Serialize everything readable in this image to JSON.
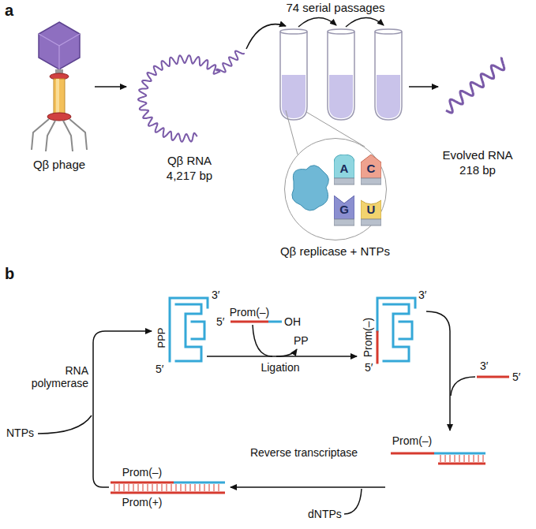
{
  "diagram": {
    "nodes": [
      {
        "text": [
          "Qβ replicase + NTPs"
        ]
      },
      {
        "text": [
          "A"
        ],
        "in": 0
      },
      {
        "text": [
          "C"
        ],
        "in": 0
      },
      {
        "text": [
          "G"
        ],
        "in": 0
      },
      {
        "text": [
          "U"
        ],
        "in": 0
      }
    ],
    "labels": [
      "a",
      "74 serial passages",
      "Qβ phage",
      "Qβ RNA",
      "4,217 bp",
      "Evolved RNA",
      "218 bp",
      "b",
      "3′",
      "5′",
      "PPP",
      "5′",
      "Prom(–)",
      "OH",
      "PP",
      "Ligation",
      "3′",
      "Prom(–)",
      "5′",
      "3′",
      "5′",
      "RNA polymerase",
      "NTPs",
      "Reverse transcriptase",
      "dNTPs",
      "Prom(–)",
      "Prom(–)",
      "Prom(+)"
    ]
  }
}
